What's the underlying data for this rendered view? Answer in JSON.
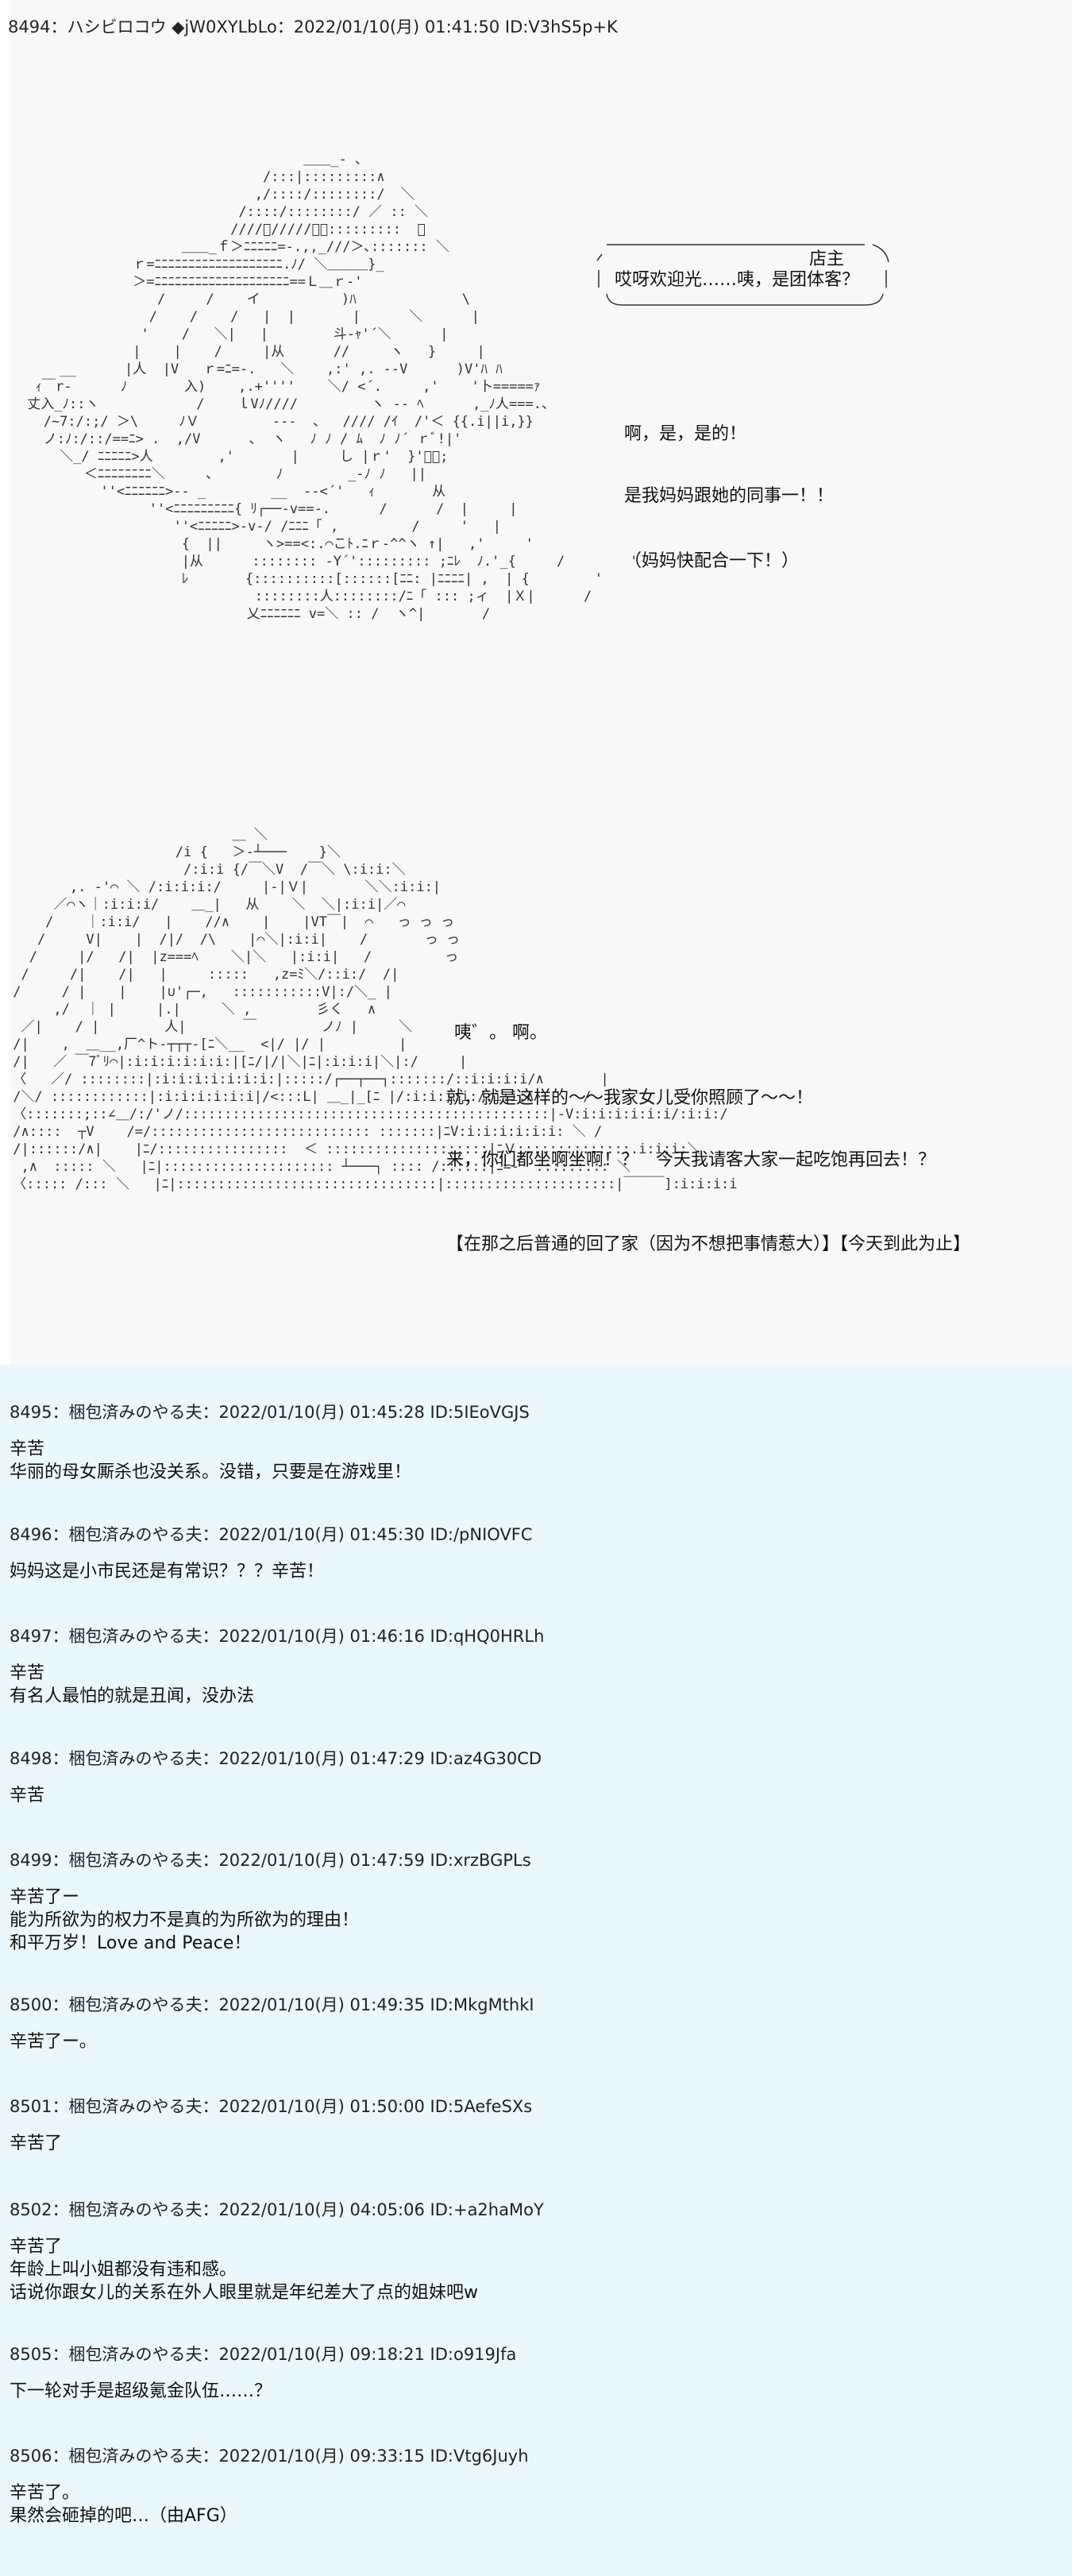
{
  "main_post": {
    "header": "8494：ハシビロコウ ◆jW0XYLbLo：2022/01/10(月) 01:41:50 ID:V3hS5p+K",
    "bubble_text": "哎呀欢迎光……咦，是团体客？",
    "scene1_lines": [
      "啊，是，是的！",
      "是我妈妈跟她的同事一！！",
      "（妈妈快配合一下！）"
    ],
    "scene2_lines": [
      "咦゛。 啊。",
      "就，就是这样的～～我家女儿受你照顾了～～！",
      "来，你们都坐啊坐啊！？　今天我请客大家一起吃饱再回去！？",
      "【在那之后普通的回了家（因为不想把事情惹大）】【今天到此为止】"
    ],
    "aa_store_label": "店主",
    "aa_sound": "っ っ っ"
  },
  "replies": [
    {
      "header": "8495：梱包済みのやる夫：2022/01/10(月) 01:45:28 ID:5IEoVGJS",
      "lines": [
        "辛苦",
        "华丽的母女厮杀也没关系。没错，只要是在游戏里！"
      ]
    },
    {
      "header": "8496：梱包済みのやる夫：2022/01/10(月) 01:45:30 ID:/pNIOVFC",
      "lines": [
        "妈妈这是小市民还是有常识？？？辛苦！"
      ]
    },
    {
      "header": "8497：梱包済みのやる夫：2022/01/10(月) 01:46:16 ID:qHQ0HRLh",
      "lines": [
        "辛苦",
        "有名人最怕的就是丑闻，没办法"
      ]
    },
    {
      "header": "8498：梱包済みのやる夫：2022/01/10(月) 01:47:29 ID:az4G30CD",
      "lines": [
        "辛苦"
      ]
    },
    {
      "header": "8499：梱包済みのやる夫：2022/01/10(月) 01:47:59 ID:xrzBGPLs",
      "lines": [
        "辛苦了ー",
        "能为所欲为的权力不是真的为所欲为的理由！",
        "和平万岁！Love and Peace！"
      ]
    },
    {
      "header": "8500：梱包済みのやる夫：2022/01/10(月) 01:49:35 ID:MkgMthkI",
      "lines": [
        "辛苦了ー。"
      ]
    },
    {
      "header": "8501：梱包済みのやる夫：2022/01/10(月) 01:50:00 ID:5AefeSXs",
      "lines": [
        "辛苦了"
      ]
    },
    {
      "header": "8502：梱包済みのやる夫：2022/01/10(月) 04:05:06 ID:+a2haMoY",
      "lines": [
        "辛苦了",
        "年龄上叫小姐都没有违和感。",
        "话说你跟女儿的关系在外人眼里就是年纪差大了点的姐妹吧w"
      ]
    },
    {
      "header": "8505：梱包済みのやる夫：2022/01/10(月) 09:18:21 ID:o919Jfa",
      "lines": [
        "下一轮对手是超级氪金队伍……？"
      ]
    },
    {
      "header": "8506：梱包済みのやる夫：2022/01/10(月) 09:33:15 ID:Vtg6Juyh",
      "lines": [
        "辛苦了。",
        "果然会砸掉的吧…（由AFG）"
      ]
    }
  ]
}
